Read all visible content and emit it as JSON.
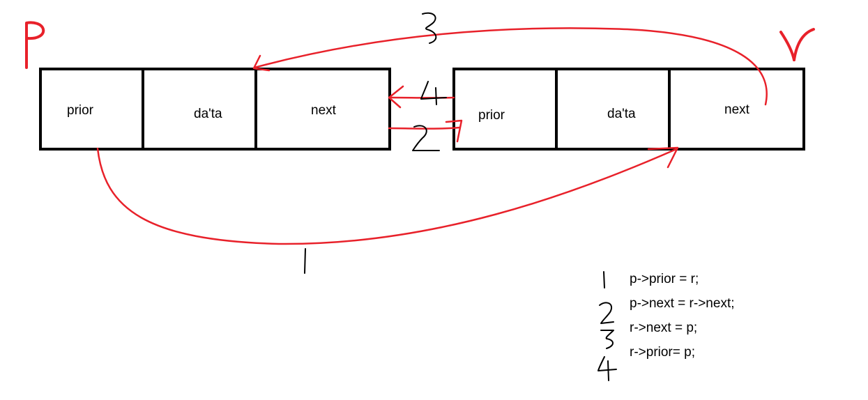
{
  "colors": {
    "ink": "#000000",
    "marker": "#e8212a",
    "background": "#ffffff"
  },
  "node_p": {
    "pointer_label": "p",
    "cells": [
      "prior",
      "da'ta",
      "next"
    ]
  },
  "node_r": {
    "pointer_label": "r",
    "cells": [
      "prior",
      "da'ta",
      "next"
    ]
  },
  "step_numbers": [
    "1",
    "2",
    "3",
    "4"
  ],
  "code": {
    "lines": [
      "p->prior = r;",
      "p->next = r->next;",
      "r->next = p;",
      "r->prior= p;"
    ]
  }
}
